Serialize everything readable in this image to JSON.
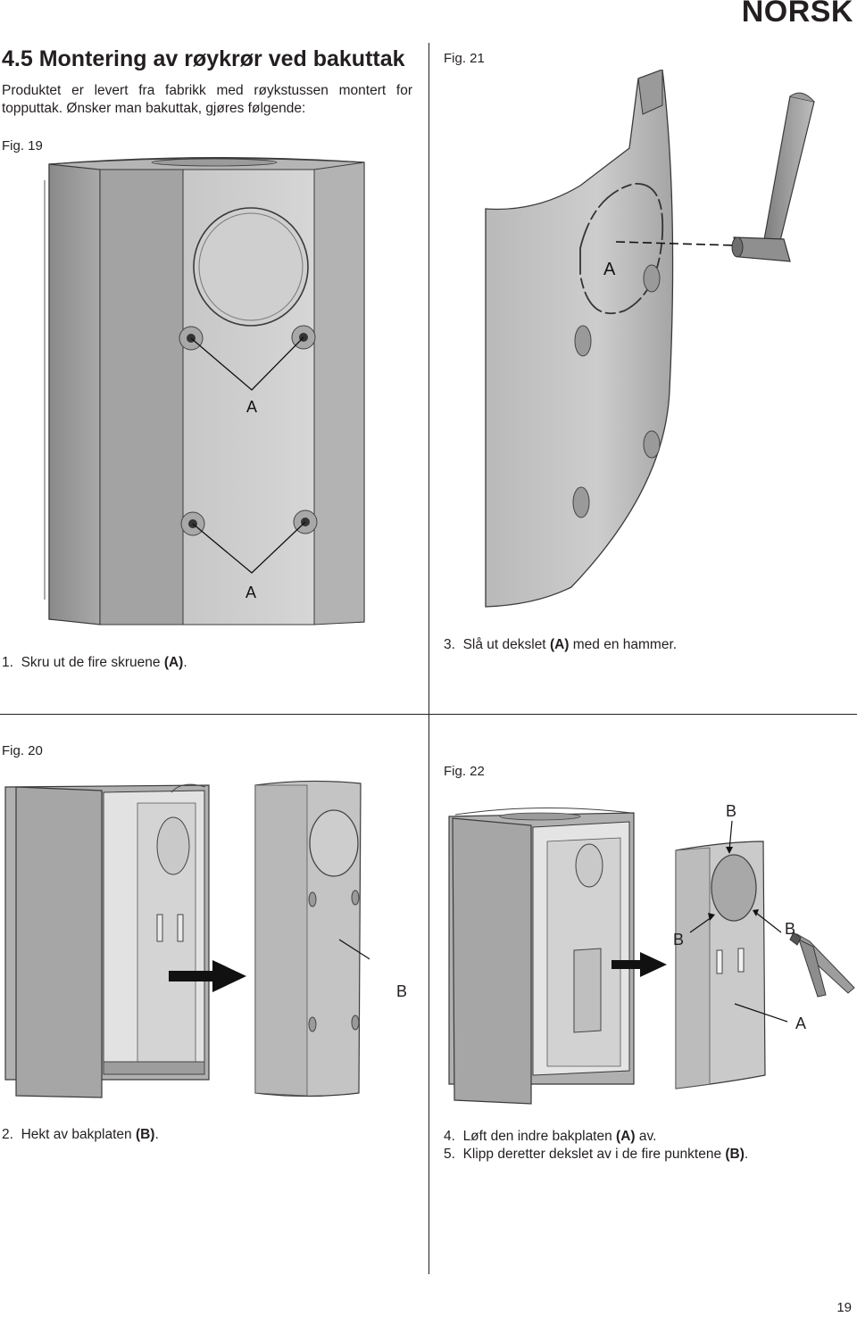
{
  "header": {
    "language": "NORSK"
  },
  "section": {
    "title": "4.5 Montering av røykrør ved bakuttak",
    "intro": "Produktet er levert fra fabrikk med røykstussen montert for topputtak. Ønsker man bakuttak, gjøres følgende:"
  },
  "figures": {
    "fig19": {
      "label": "Fig. 19",
      "callouts": [
        "A",
        "A"
      ]
    },
    "fig20": {
      "label": "Fig. 20",
      "callouts": [
        "B"
      ]
    },
    "fig21": {
      "label": "Fig. 21",
      "callouts": [
        "A"
      ]
    },
    "fig22": {
      "label": "Fig. 22",
      "callouts": [
        "B",
        "B",
        "B",
        "A"
      ]
    }
  },
  "steps": {
    "s1": {
      "number": "1.",
      "text": "Skru ut de fire skruene",
      "ref": "(A)",
      "end": "."
    },
    "s2": {
      "number": "2.",
      "text": "Hekt av bakplaten",
      "ref": "(B)",
      "end": "."
    },
    "s3": {
      "number": "3.",
      "text": "Slå ut dekslet",
      "ref": "(A)",
      "end": " med en hammer."
    },
    "s4": {
      "number": "4.",
      "text": "Løft den indre bakplaten",
      "ref": "(A)",
      "end": " av."
    },
    "s5": {
      "number": "5.",
      "text": "Klipp deretter dekslet av i de fire punktene",
      "ref": "(B)",
      "end": "."
    }
  },
  "footer": {
    "page_number": "19"
  }
}
